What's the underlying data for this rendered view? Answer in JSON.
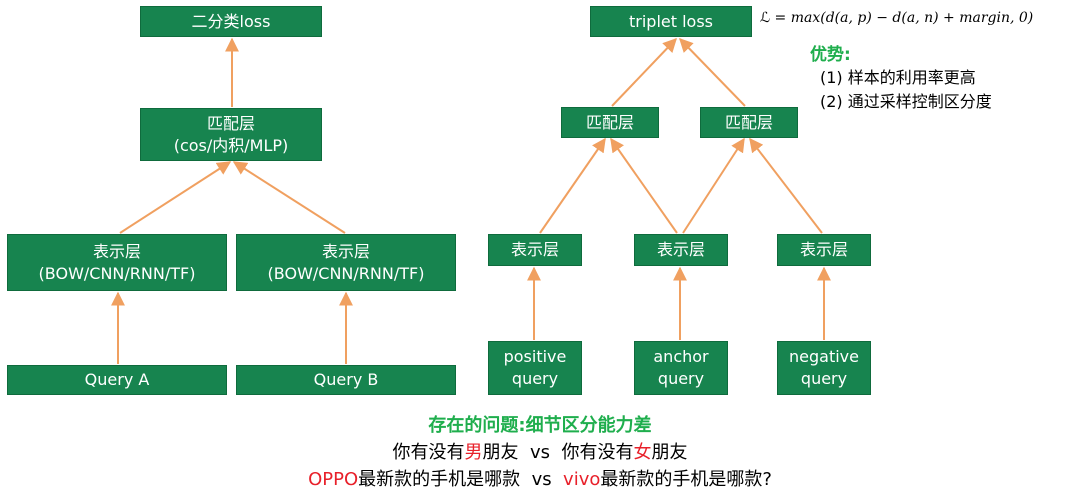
{
  "left_diagram": {
    "top_label": "二分类loss",
    "match_label": "匹配层",
    "match_sub": "(cos/内积/MLP)",
    "repr_a_label": "表示层",
    "repr_a_sub": "(BOW/CNN/RNN/TF)",
    "repr_b_label": "表示层",
    "repr_b_sub": "(BOW/CNN/RNN/TF)",
    "query_a": "Query A",
    "query_b": "Query B"
  },
  "right_diagram": {
    "top_label": "triplet loss",
    "match_left": "匹配层",
    "match_right": "匹配层",
    "repr_pos": "表示层",
    "repr_anchor": "表示层",
    "repr_neg": "表示层",
    "positive_line1": "positive",
    "positive_line2": "query",
    "anchor_line1": "anchor",
    "anchor_line2": "query",
    "negative_line1": "negative",
    "negative_line2": "query"
  },
  "formula": {
    "lhs": "ℒ = ",
    "body": "max(d(a, p) − d(a, n) + margin, 0)"
  },
  "advantages": {
    "title": "优势:",
    "item1": "(1) 样本的利用率更高",
    "item2": "(2) 通过采样控制区分度"
  },
  "problem": {
    "title": "存在的问题:细节区分能力差",
    "ex1_a_pre": "你有没有",
    "ex1_a_hl": "男",
    "ex1_a_post": "朋友",
    "vs1": "vs",
    "ex1_b_pre": "你有没有",
    "ex1_b_hl": "女",
    "ex1_b_post": "朋友",
    "ex2_a_hl": "OPPO",
    "ex2_a_post": "最新款的手机是哪款",
    "vs2": "vs",
    "ex2_b_hl": "vivo",
    "ex2_b_post": "最新款的手机是哪款?"
  },
  "colors": {
    "box_fill": "#17844f",
    "arrow": "#f0a060",
    "accent_green": "#1fae4d",
    "highlight_red": "#e8202a"
  }
}
